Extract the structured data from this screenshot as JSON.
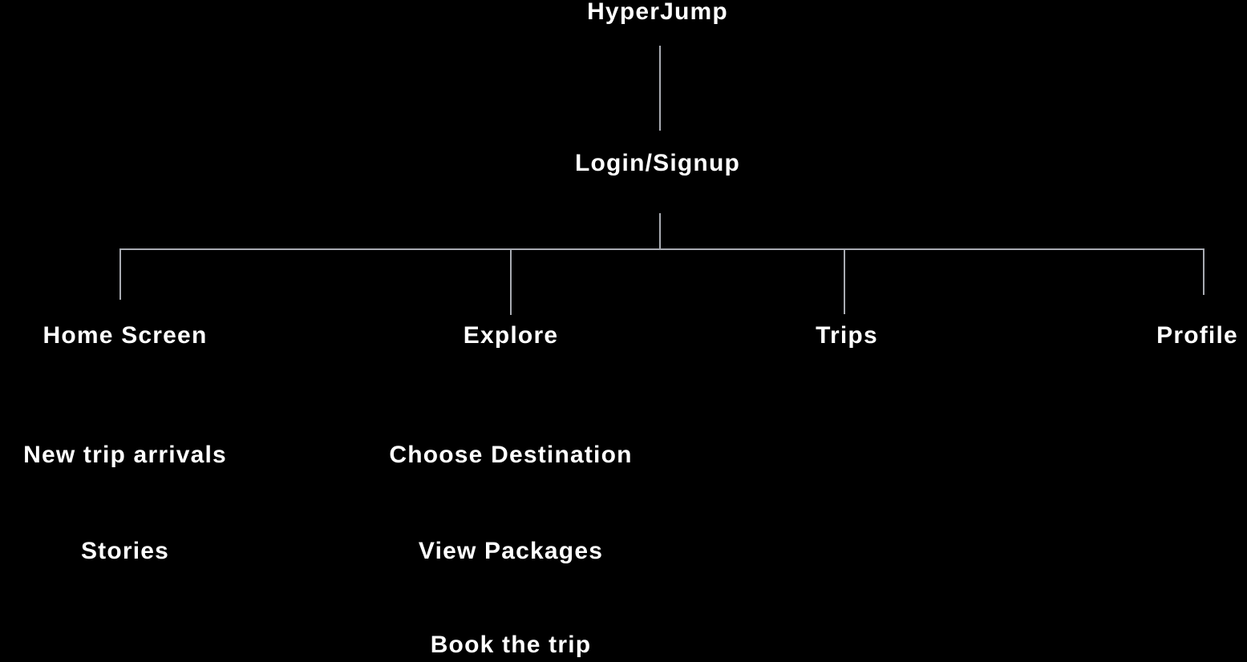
{
  "diagram": {
    "root": {
      "label": "HyperJump"
    },
    "login": {
      "label": "Login/Signup"
    },
    "sections": [
      {
        "label": "Home Screen",
        "children": [
          "New trip arrivals",
          "Stories"
        ]
      },
      {
        "label": "Explore",
        "children": [
          "Choose Destination",
          "View Packages",
          "Book the trip"
        ]
      },
      {
        "label": "Trips",
        "children": []
      },
      {
        "label": "Profile",
        "children": []
      }
    ],
    "colors": {
      "background": "#000000",
      "text": "#ffffff",
      "connector": "#a8abb2"
    }
  }
}
